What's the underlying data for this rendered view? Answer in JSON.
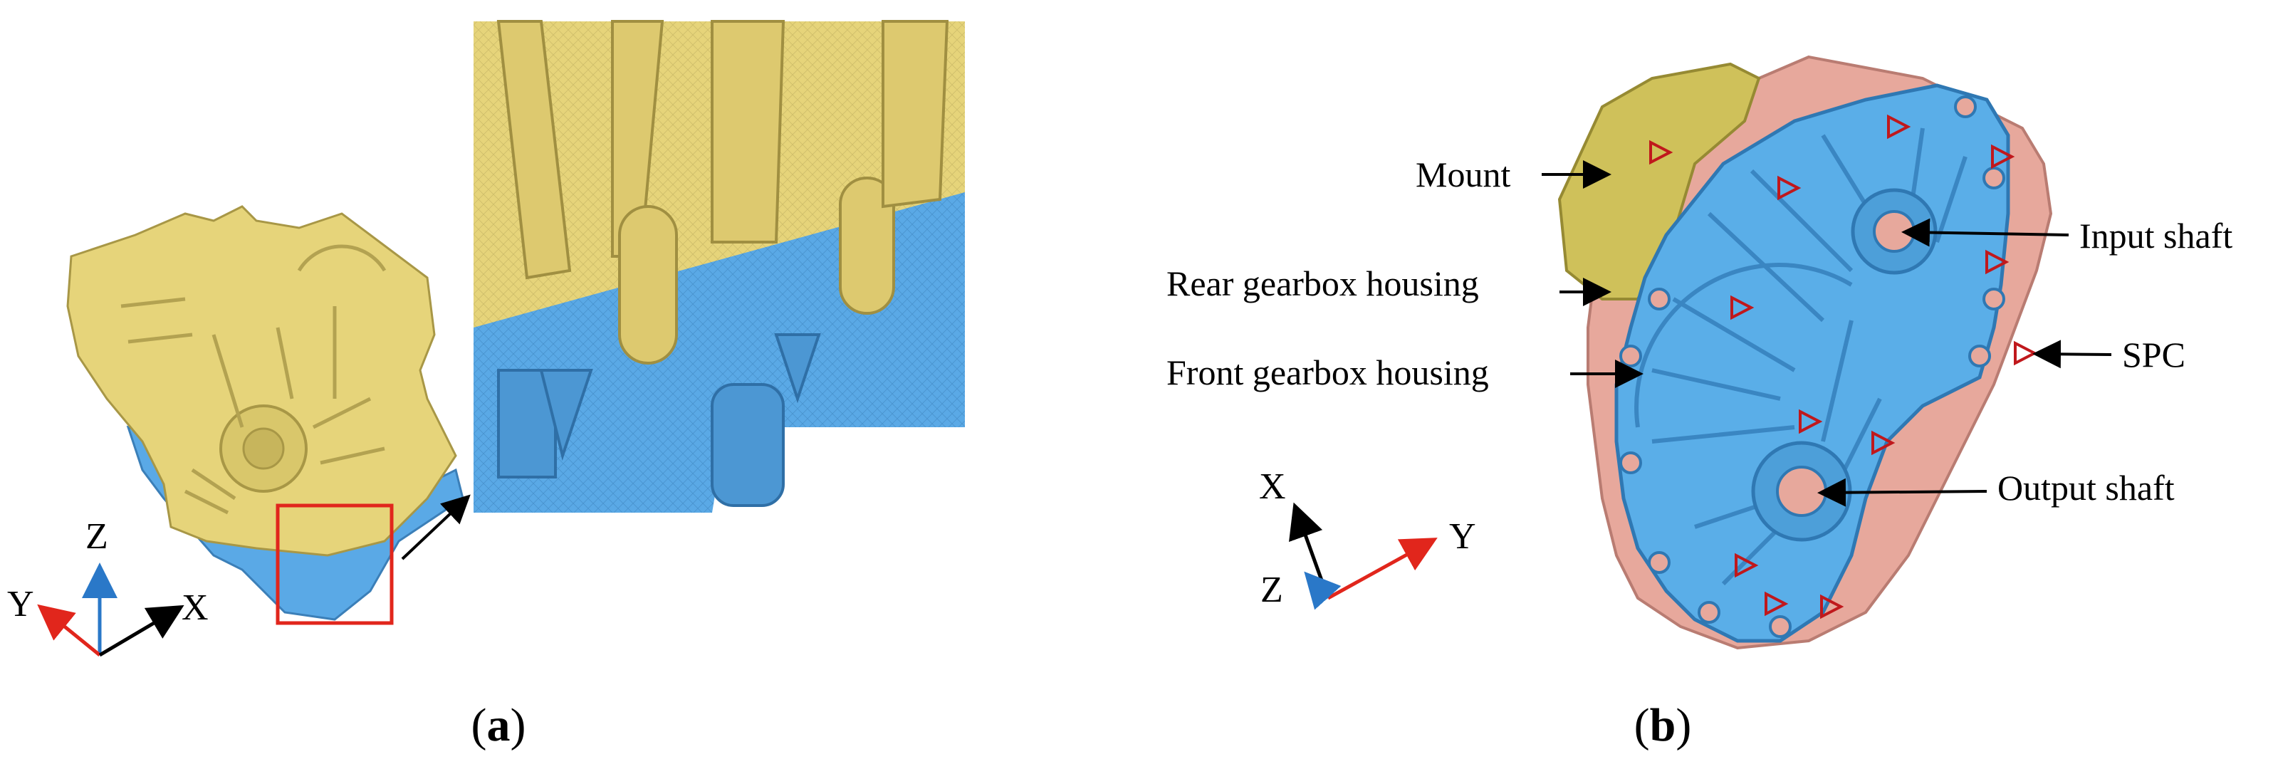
{
  "panel_a": {
    "label_open": "(",
    "label_letter": "a",
    "label_close": ")",
    "axes": {
      "z": "Z",
      "y": "Y",
      "x": "X"
    },
    "colors": {
      "upper_housing": "#e6d47a",
      "lower_housing": "#5aa9e6",
      "detail_box": "#e1261c",
      "axis_black": "#000000",
      "axis_blue": "#2a78c8",
      "axis_red": "#e1261c"
    }
  },
  "panel_b": {
    "label_open": "(",
    "label_letter": "b",
    "label_close": ")",
    "callouts": {
      "mount": "Mount",
      "rear_housing": "Rear gearbox housing",
      "front_housing": "Front gearbox housing",
      "input_shaft": "Input shaft",
      "spc": "SPC",
      "output_shaft": "Output shaft"
    },
    "axes": {
      "x": "X",
      "y": "Y",
      "z": "Z"
    },
    "colors": {
      "front_housing": "#5aaee8",
      "rear_housing": "#e7a89c",
      "mount": "#cfc15a",
      "spc_marker": "#c0181c"
    }
  }
}
